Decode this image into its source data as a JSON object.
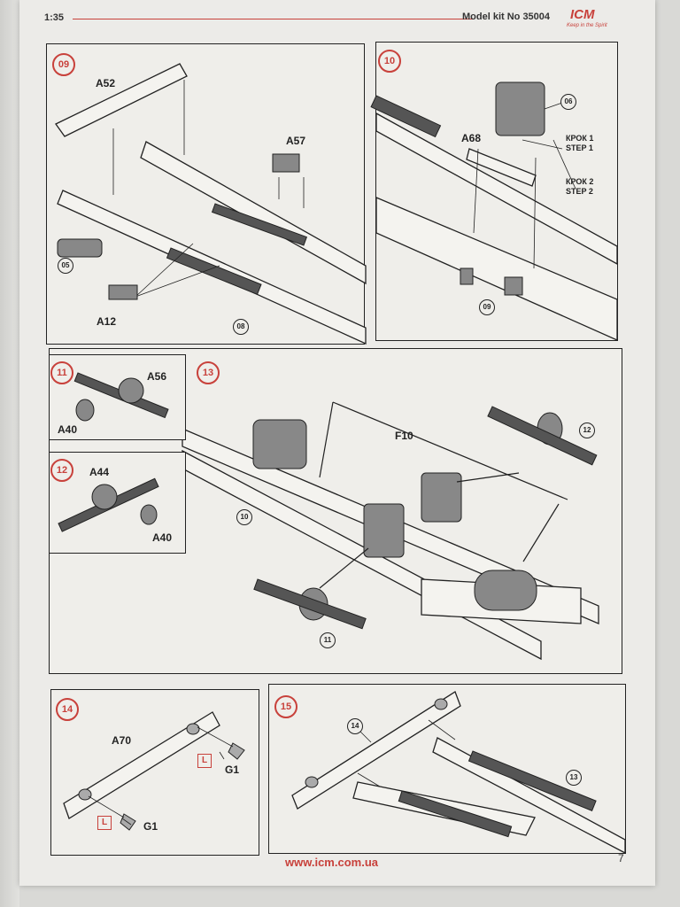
{
  "header": {
    "scale": "1:35",
    "kit": "Model kit No 35004",
    "logo": "ICM",
    "logo_tag": "Keep in the Spirit"
  },
  "steps": {
    "s09": {
      "badge": "09",
      "parts": [
        "A52",
        "A57",
        "A12"
      ],
      "refs": [
        "05",
        "08"
      ]
    },
    "s10": {
      "badge": "10",
      "parts": [
        "A68"
      ],
      "refs": [
        "06",
        "09"
      ],
      "step1": "КРОК 1\nSTEP 1",
      "step2": "КРОК 2\nSTEP 2"
    },
    "s11": {
      "badge": "11",
      "parts": [
        "A56",
        "A40"
      ]
    },
    "s12": {
      "badge": "12",
      "parts": [
        "A44",
        "A40"
      ]
    },
    "s13": {
      "badge": "13",
      "parts": [
        "F10"
      ],
      "refs": [
        "12",
        "10",
        "11"
      ]
    },
    "s14": {
      "badge": "14",
      "parts": [
        "A70",
        "G1",
        "G1"
      ],
      "l_mark": "L"
    },
    "s15": {
      "badge": "15",
      "refs": [
        "14",
        "13"
      ]
    }
  },
  "footer": {
    "url": "www.icm.com.ua",
    "page": "7"
  },
  "colors": {
    "accent": "#c8413b",
    "ink": "#222222",
    "paper": "#ecebe8"
  }
}
